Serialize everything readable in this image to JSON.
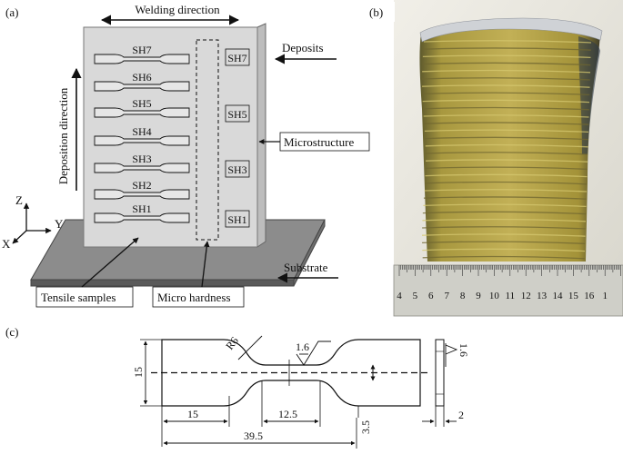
{
  "panels": {
    "a": {
      "panel_label": "(a)",
      "welding_direction": "Welding direction",
      "deposition_direction": "Deposition direction",
      "deposits": "Deposits",
      "microstructure": "Microstructure",
      "substrate": "Substrate",
      "tensile_samples": "Tensile samples",
      "micro_hardness": "Micro hardness",
      "axes": {
        "z": "Z",
        "y": "Y",
        "x": "X"
      },
      "tensile_labels": [
        "SH7",
        "SH6",
        "SH5",
        "SH4",
        "SH3",
        "SH2",
        "SH1"
      ],
      "micro_labels": [
        "SH7",
        "SH5",
        "SH3",
        "SH1"
      ]
    },
    "b": {
      "panel_label": "(b)",
      "ruler_ticks": [
        "4",
        "5",
        "6",
        "7",
        "8",
        "9",
        "10",
        "11",
        "12",
        "13",
        "14",
        "15",
        "16",
        "1"
      ]
    },
    "c": {
      "panel_label": "(c)",
      "dims": {
        "radius": "R6",
        "roughness": "1.6",
        "side_roughness": "1.6",
        "height": "15",
        "grip_length": "15",
        "gauge_length": "12.5",
        "gauge_half_width": "3.5",
        "total_length": "39.5",
        "thickness": "2"
      }
    }
  },
  "colors": {
    "specimen_box": "#d9d9d9",
    "substrate": "#8c8c8c",
    "deposit_gold": "#b3a046",
    "deposit_dark": "#6d6530",
    "ruler": "#cfcfc8"
  }
}
